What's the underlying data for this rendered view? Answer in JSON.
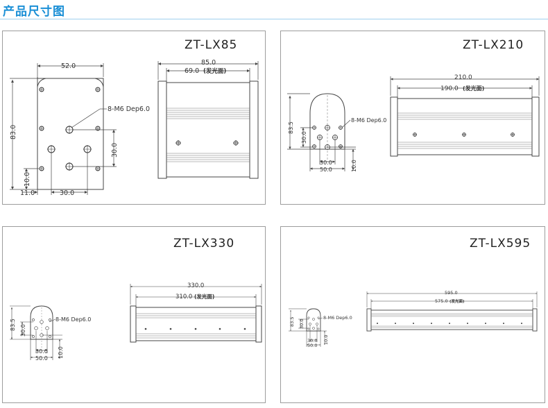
{
  "header": {
    "title": "产品尺寸图"
  },
  "panels": [
    {
      "model": "ZT-LX85",
      "overall_length": "85.0",
      "emit_length": "69.0",
      "emit_label": "(发光面)",
      "side_width": "52.0",
      "side_height": "83.0",
      "hole_spec": "8-M6 Dep6.0",
      "dim_hole_spacing_v": "30.0",
      "dim_hole_spacing_h": "30.0",
      "dim_bottom_offset": "10.0",
      "dim_left_offset": "11.0"
    },
    {
      "model": "ZT-LX210",
      "overall_length": "210.0",
      "emit_length": "190.0",
      "emit_label": "(发光面)",
      "side_height": "83.5",
      "hole_spec": "8-M6 Dep6.0",
      "dim_hole_spacing_v": "30.0",
      "dim_hole_spacing_h": "30.0",
      "dim_width": "50.0",
      "dim_bottom_offset": "10.0"
    },
    {
      "model": "ZT-LX330",
      "overall_length": "330.0",
      "emit_length": "310.0",
      "emit_label": "(发光面)",
      "side_height": "83.5",
      "hole_spec": "8-M6 Dep6.0",
      "dim_hole_spacing_v": "30.0",
      "dim_hole_spacing_h": "30.0",
      "dim_width": "50.0",
      "dim_bottom_offset": "10.0"
    },
    {
      "model": "ZT-LX595",
      "overall_length": "595.0",
      "emit_length": "575.0",
      "emit_label": "(发光面)",
      "side_height": "83.5",
      "hole_spec": "8-M6 Dep6.0",
      "dim_hole_spacing_v": "30.0",
      "dim_hole_spacing_h": "30.0",
      "dim_width": "50.0",
      "dim_bottom_offset": "10.0"
    }
  ]
}
